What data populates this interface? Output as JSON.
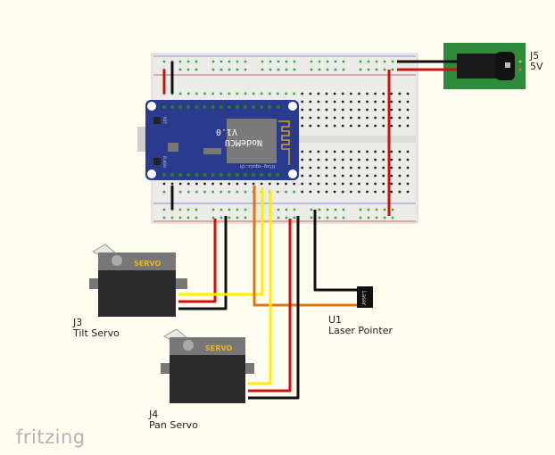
{
  "components": {
    "mcu": {
      "title": "NodeMCU",
      "version": "V1.0",
      "site": "blog-squix.ch",
      "btn_rst": "RST",
      "btn_flash": "FLASH"
    },
    "servo_tilt": {
      "ref": "J3",
      "name": "Tilt Servo",
      "body_text": "SERVO"
    },
    "servo_pan": {
      "ref": "J4",
      "name": "Pan Servo",
      "body_text": "SERVO"
    },
    "laser": {
      "ref": "U1",
      "name": "Laser Pointer",
      "body_text": "Laser"
    },
    "jack": {
      "ref": "J5",
      "name": "5V"
    }
  },
  "colors": {
    "breadboard": "#e8e8e4",
    "mcu": "#2a3a8c",
    "wire_red": "#cc1111",
    "wire_black": "#111111",
    "wire_yellow": "#ffee00",
    "wire_orange": "#dd7711",
    "jack_pcb": "#2e8b3a"
  },
  "logo": "fritzing"
}
